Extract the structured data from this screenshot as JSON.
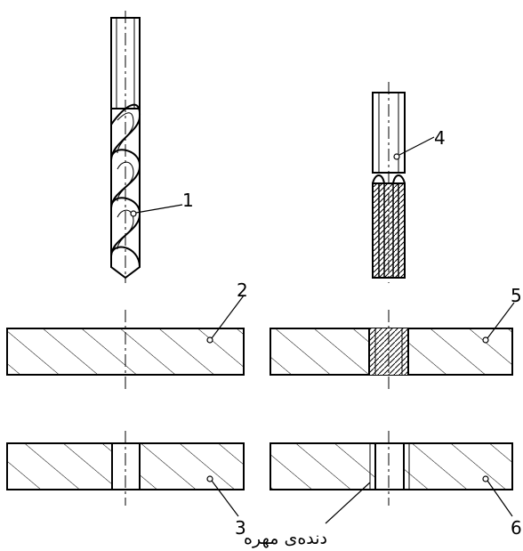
{
  "labels": {
    "drill": "1",
    "plate_blank": "2",
    "plate_drilled": "3",
    "tap": "4",
    "plate_tapped": "5",
    "plate_threaded": "6"
  },
  "caption": "دنده‌ی مهره",
  "colors": {
    "ink": "#000000",
    "background": "#ffffff"
  }
}
